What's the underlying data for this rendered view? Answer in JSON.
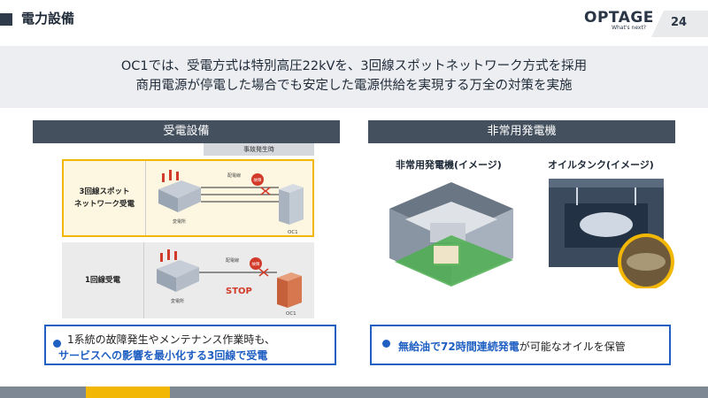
{
  "header": {
    "title": "電力設備",
    "logo_text": "OPTAGE",
    "logo_tagline": "What's next?",
    "page_number": "24"
  },
  "lead": {
    "line1": "OC1では、受電方式は特別高圧22kVを、3回線スポットネットワーク方式を採用",
    "line2": "商用電源が停電した場合でも安定した電源供給を実現する万全の対策を実施"
  },
  "left_section": {
    "title": "受電設備",
    "diagram": {
      "event_label": "事故発生時",
      "row1_label_line1": "3回線スポット",
      "row1_label_line2": "ネットワーク受電",
      "row2_label": "1回線受電",
      "line_label": "配電線",
      "substation_label": "変電所",
      "fault_label": "故障",
      "building_label": "OC1",
      "stop_label": "STOP"
    },
    "note_line1": "1系統の故障発生やメンテナンス作業時も、",
    "note_line2": "サービスへの影響を最小化する3回線で受電"
  },
  "right_section": {
    "title": "非常用発電機",
    "image1_label": "非常用発電機(イメージ)",
    "image2_label": "オイルタンク(イメージ)",
    "note_emph": "無給油で72時間連続発電",
    "note_rest": "が可能なオイルを保管"
  },
  "colors": {
    "accent_blue": "#1f5fc2",
    "accent_yellow": "#f2b705",
    "header_dark": "#44505e"
  }
}
